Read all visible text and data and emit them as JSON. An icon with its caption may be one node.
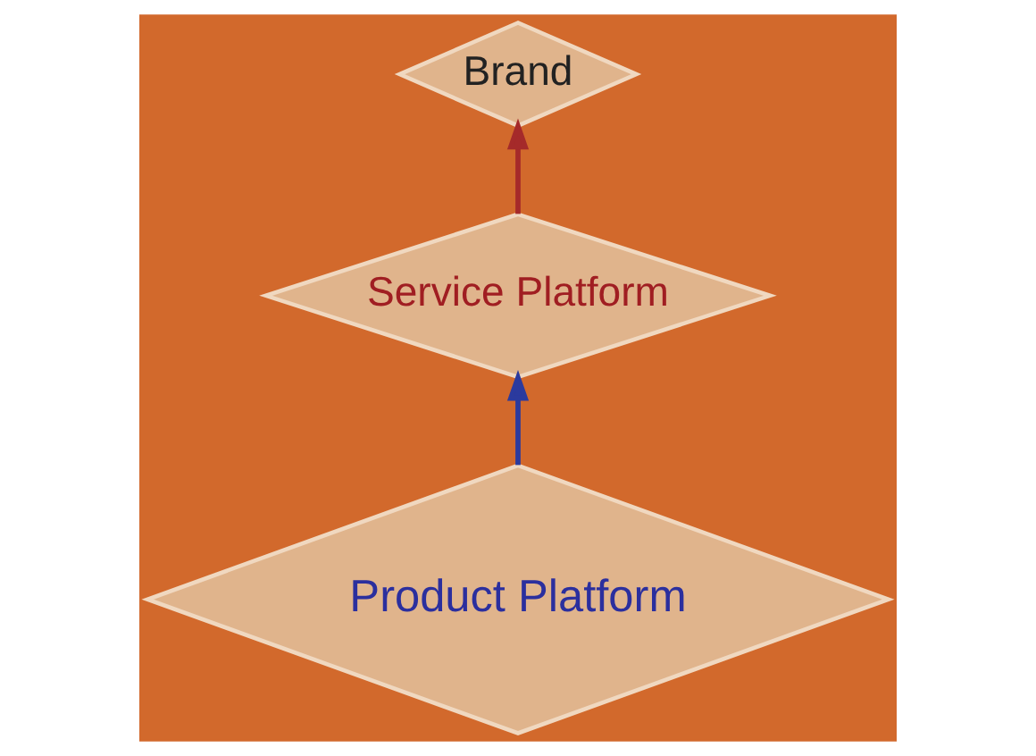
{
  "diagram": {
    "nodes": [
      {
        "text": [
          "Brand"
        ]
      },
      {
        "text": [
          "Service Platform"
        ]
      },
      {
        "text": [
          "Product Platform"
        ]
      }
    ],
    "edges": [
      {
        "from": 2,
        "to": 1,
        "arrow": "to",
        "color": "#2b3a9e"
      },
      {
        "from": 1,
        "to": 0,
        "arrow": "to",
        "color": "#a52a2a"
      }
    ]
  }
}
